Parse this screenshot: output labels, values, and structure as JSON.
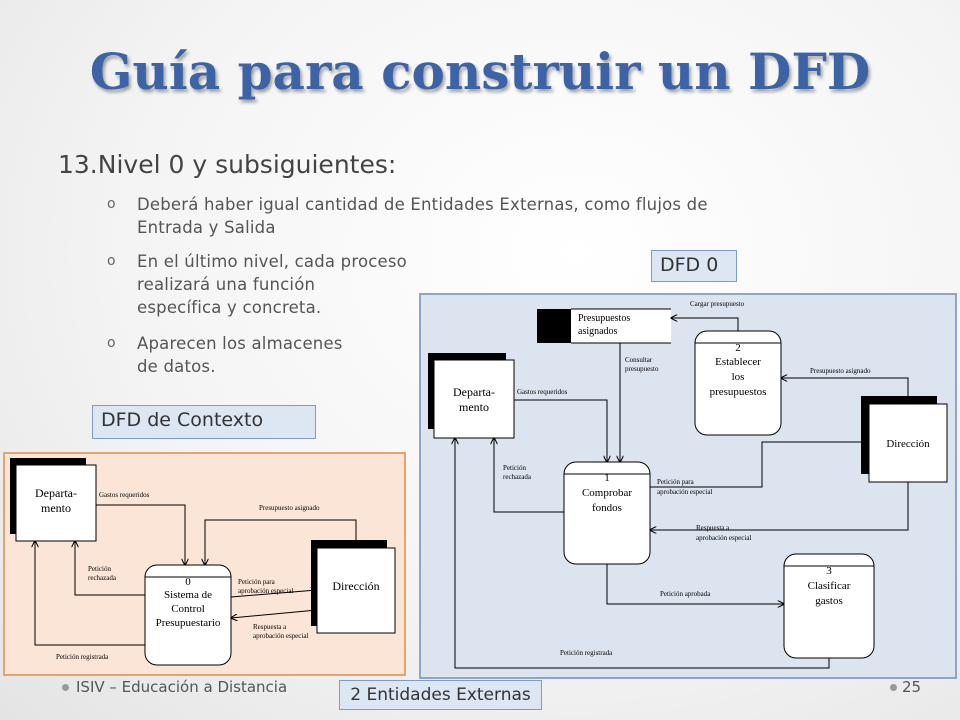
{
  "slide": {
    "title": "Guía para construir un DFD",
    "heading": "13.Nivel 0 y subsiguientes:",
    "bullets": [
      {
        "line1": "Deberá haber igual cantidad de Entidades Externas, como flujos de",
        "line2": "Entrada y Salida"
      },
      {
        "line1": "En el último nivel, cada proceso",
        "line2": "realizará una función",
        "line3": "específica y concreta."
      },
      {
        "line1": "Aparecen los almacenes",
        "line2": "de datos."
      }
    ],
    "bullet_mark": "o",
    "label_dfd0": "DFD 0",
    "label_context": "DFD de Contexto",
    "footer_left": "ISIV – Educación a Distancia",
    "page_number": "25",
    "bottom_note": "2 Entidades Externas"
  },
  "context_diagram": {
    "entity_departamento": [
      "Departa-",
      "mento"
    ],
    "entity_direccion": "Dirección",
    "process_number": "0",
    "process_name": [
      "Sistema de",
      "Control",
      "Presupuestario"
    ],
    "flows": {
      "gastos_requeridos": "Gastos requeridos",
      "presupuesto_asignado": "Presupuesto asignado",
      "peticion_rechazada": [
        "Petición",
        "rechazada"
      ],
      "peticion_aprobacion": [
        "Petición para",
        "aprobación especial"
      ],
      "respuesta_aprobacion": [
        "Respuesta a",
        "aprobación especial"
      ],
      "peticion_registrada": "Petición registrada"
    }
  },
  "dfd0_diagram": {
    "store_name": [
      "Presupuestos",
      "asignados"
    ],
    "entity_departamento": [
      "Departa-",
      "mento"
    ],
    "entity_direccion": "Dirección",
    "process1": {
      "number": "1",
      "name": [
        "Comprobar",
        "fondos"
      ]
    },
    "process2": {
      "number": "2",
      "name": [
        "Establecer",
        "los",
        "presupuestos"
      ]
    },
    "process3": {
      "number": "3",
      "name": [
        "Clasificar",
        "gastos"
      ]
    },
    "flows": {
      "cargar_presupuesto": "Cargar presupuesto",
      "consultar_presupuesto": [
        "Consultar",
        "presupuesto"
      ],
      "gastos_requeridos": "Gastos requeridos",
      "presupuesto_asignado": "Presupuesto asignado",
      "peticion_rechazada": [
        "Petición",
        "rechazada"
      ],
      "peticion_aprobacion": [
        "Petición para",
        "aprobación especial"
      ],
      "respuesta_aprobacion": [
        "Respuesta a",
        "aprobación especial"
      ],
      "peticion_aprobada": "Petición aprobada",
      "peticion_registrada": "Petición registrada"
    }
  }
}
